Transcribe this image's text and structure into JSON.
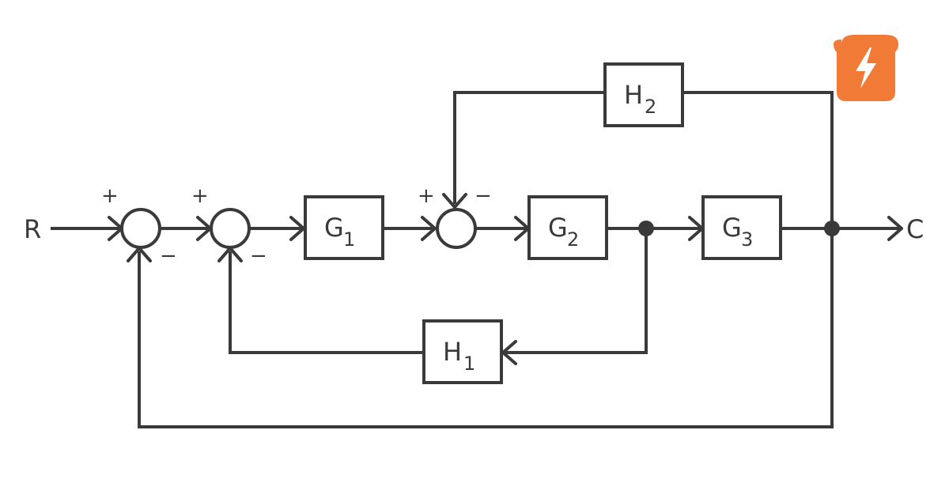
{
  "input_label": "R",
  "output_label": "C",
  "blocks": {
    "g1": {
      "letter": "G",
      "sub": "1"
    },
    "g2": {
      "letter": "G",
      "sub": "2"
    },
    "g3": {
      "letter": "G",
      "sub": "3"
    },
    "h1": {
      "letter": "H",
      "sub": "1"
    },
    "h2": {
      "letter": "H",
      "sub": "2"
    }
  },
  "signs": {
    "sum1_in": "+",
    "sum1_fb": "−",
    "sum2_in": "+",
    "sum2_fb": "−",
    "sum3_in": "+",
    "sum3_fb": "−"
  },
  "badge": {
    "icon": "lightning-bolt-icon",
    "color": "#f07a36"
  },
  "colors": {
    "line": "#3a3a3a",
    "background": "#ffffff"
  }
}
